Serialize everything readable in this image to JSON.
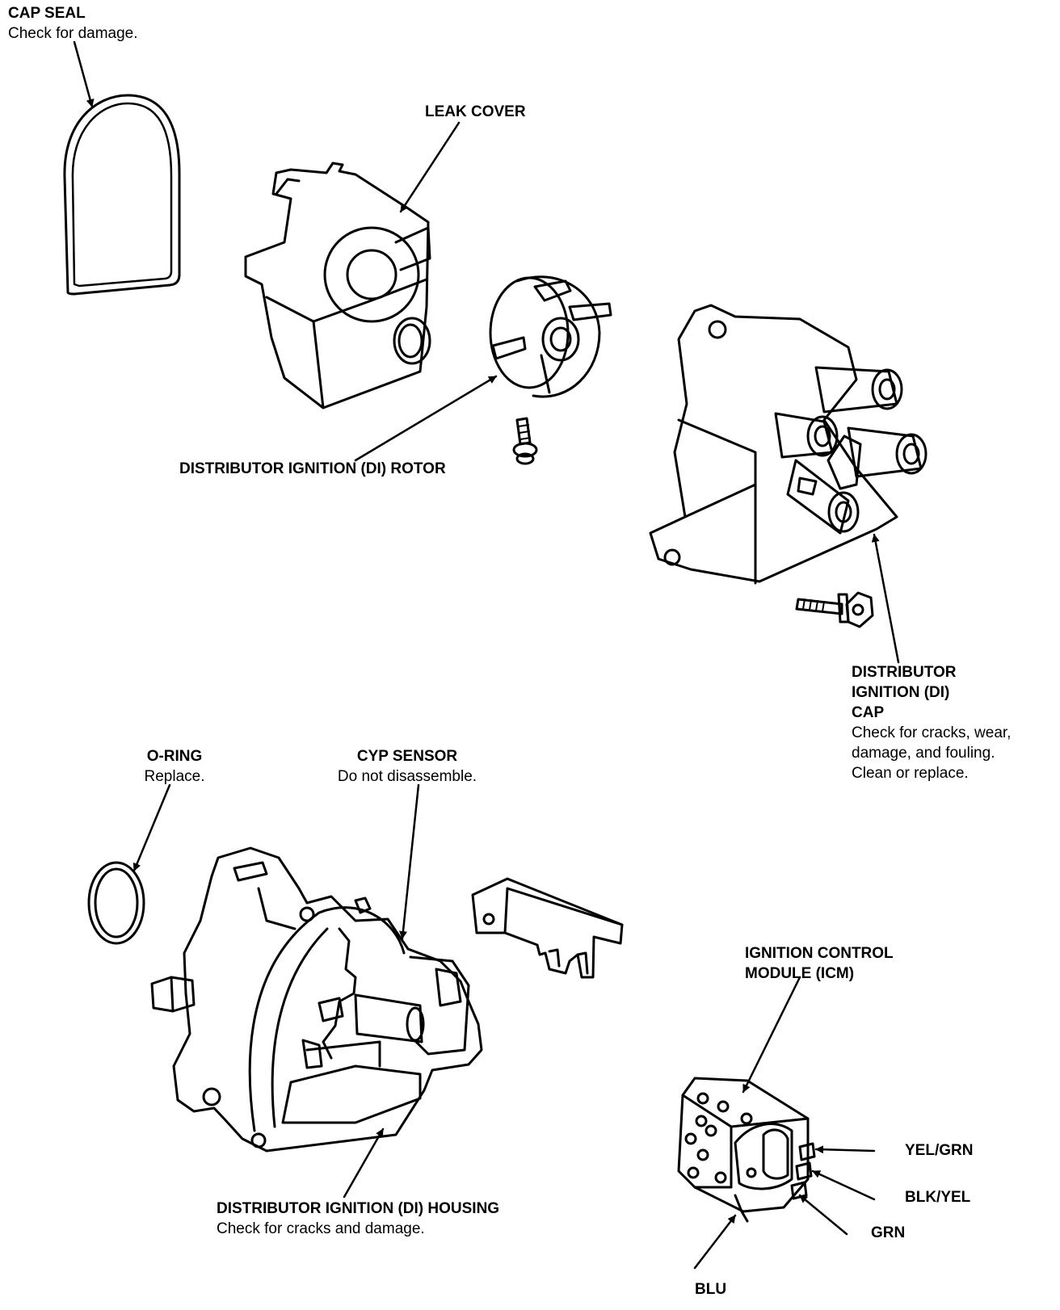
{
  "labels": {
    "cap_seal": {
      "title": "CAP SEAL",
      "note": "Check for damage."
    },
    "leak_cover": {
      "title": "LEAK COVER"
    },
    "rotor": {
      "title": "DISTRIBUTOR IGNITION (DI) ROTOR"
    },
    "cap": {
      "title_lines": [
        "DISTRIBUTOR",
        "IGNITION (DI)",
        "CAP"
      ],
      "note_lines": [
        "Check for cracks, wear,",
        "damage, and fouling.",
        "Clean or replace."
      ]
    },
    "o_ring": {
      "title": "O-RING",
      "note": "Replace."
    },
    "cyp_sensor": {
      "title": "CYP SENSOR",
      "note": "Do not disassemble."
    },
    "icm": {
      "title_lines": [
        "IGNITION CONTROL",
        "MODULE (ICM)"
      ]
    },
    "housing": {
      "title": "DISTRIBUTOR IGNITION (DI) HOUSING",
      "note": "Check for cracks and damage."
    },
    "wires": {
      "yel_grn": "YEL/GRN",
      "blk_yel": "BLK/YEL",
      "grn": "GRN",
      "blu": "BLU"
    }
  },
  "colors": {
    "ink": "#000000",
    "paper": "#ffffff"
  }
}
